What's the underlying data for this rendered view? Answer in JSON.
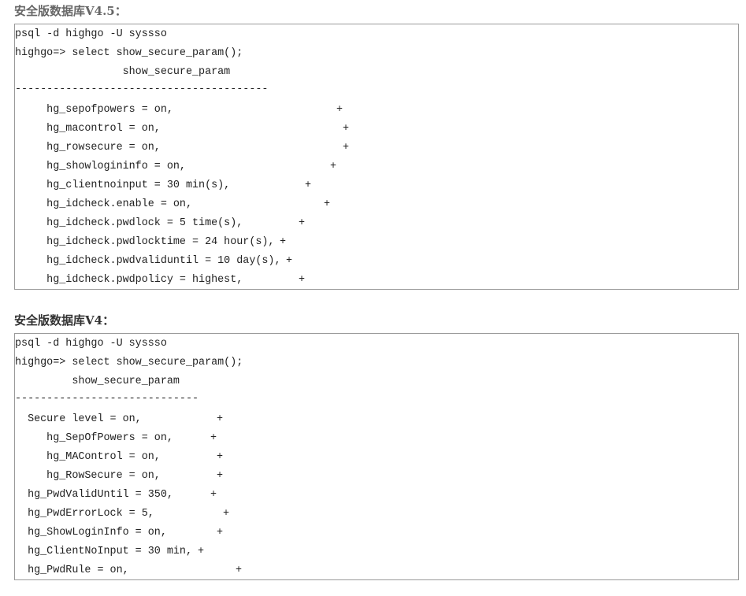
{
  "sections": [
    {
      "heading": "安全版数据库V4.5：",
      "lines": [
        "psql -d highgo -U syssso",
        "highgo=> select show_secure_param();",
        "                 show_secure_param",
        "----------------------------------------",
        "     hg_sepofpowers = on,",
        "     hg_macontrol = on,",
        "     hg_rowsecure = on,",
        "     hg_showlogininfo = on,",
        "     hg_clientnoinput = 30 min(s),",
        "     hg_idcheck.enable = on,",
        "     hg_idcheck.pwdlock = 5 time(s),",
        "     hg_idcheck.pwdlocktime = 24 hour(s),",
        "     hg_idcheck.pwdvaliduntil = 10 day(s),",
        "     hg_idcheck.pwdpolicy = highest,"
      ],
      "plus_marks": [
        "",
        "",
        "",
        "",
        "+",
        "+",
        "+",
        "+",
        "+",
        "+",
        "+",
        "+",
        "+",
        "+"
      ]
    },
    {
      "heading": "安全版数据库V4：",
      "lines": [
        "psql -d highgo -U syssso",
        "highgo=> select show_secure_param();",
        "         show_secure_param",
        "-----------------------------",
        "  Secure level = on,",
        "     hg_SepOfPowers = on,",
        "     hg_MAControl = on,",
        "     hg_RowSecure = on,",
        "  hg_PwdValidUntil = 350,",
        "  hg_PwdErrorLock = 5,",
        "  hg_ShowLoginInfo = on,",
        "  hg_ClientNoInput = 30 min,",
        "  hg_PwdRule = on,"
      ],
      "plus_marks": [
        "",
        "",
        "",
        "",
        "+",
        "+",
        "+",
        "+",
        "+",
        "+",
        "+",
        "+",
        "+"
      ]
    }
  ]
}
